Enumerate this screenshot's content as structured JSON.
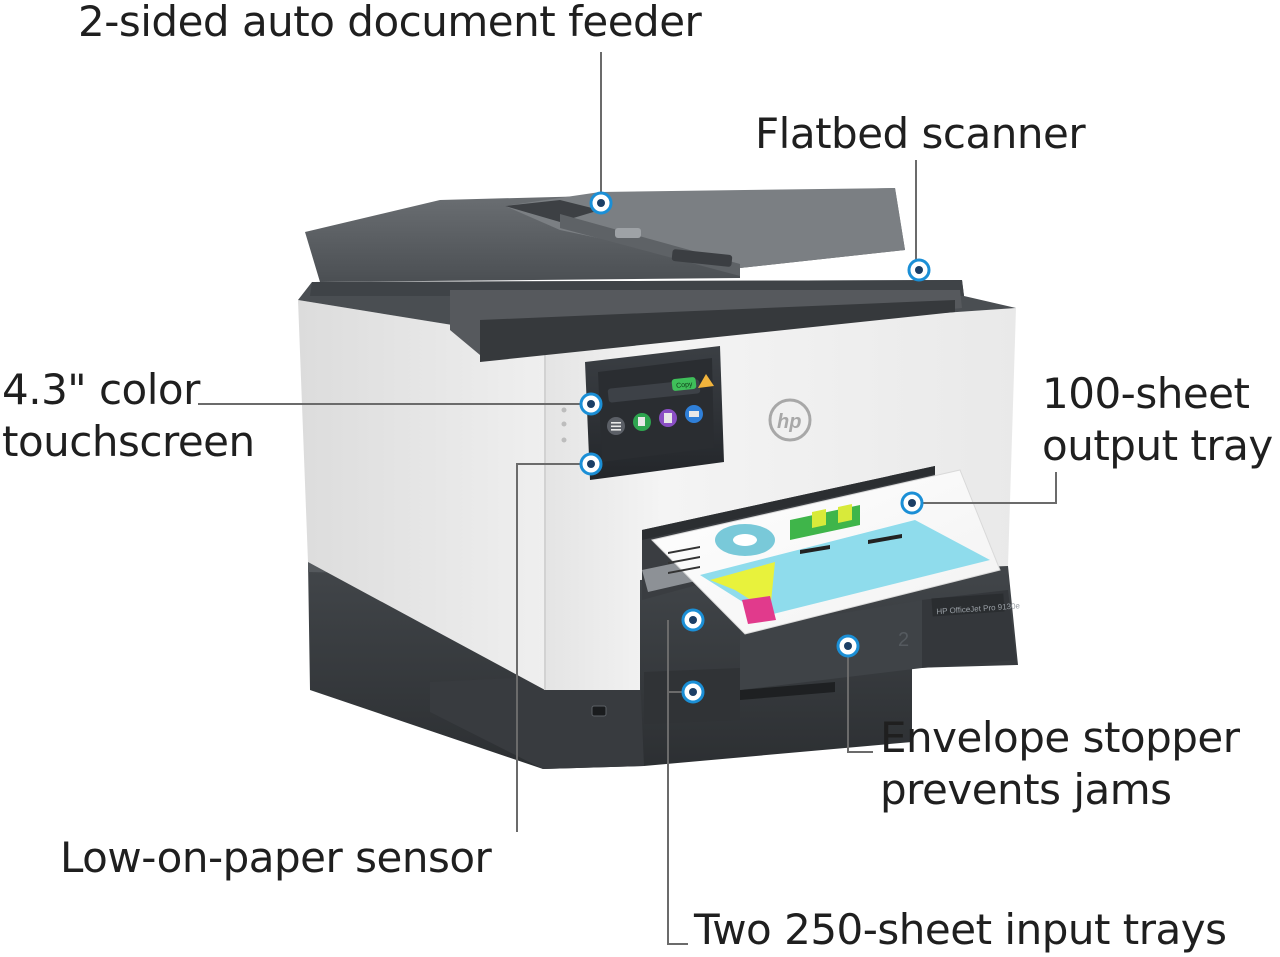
{
  "callouts": {
    "adf": {
      "lines": [
        "2-sided auto document feeder"
      ]
    },
    "flatbed": {
      "lines": [
        "Flatbed scanner"
      ]
    },
    "touchscreen": {
      "lines": [
        "4.3\" color",
        "touchscreen"
      ]
    },
    "output_tray": {
      "lines": [
        "100-sheet",
        "output tray"
      ]
    },
    "envelope": {
      "lines": [
        "Envelope stopper",
        "prevents jams"
      ]
    },
    "sensor": {
      "lines": [
        "Low-on-paper sensor"
      ]
    },
    "input_trays": {
      "lines": [
        "Two 250-sheet input trays"
      ]
    }
  },
  "colors": {
    "leader": "#6b6b6b",
    "marker": "#1b8fd6",
    "body": "#eeeeee",
    "dark": "#3a3e42",
    "darker": "#2b2e31"
  },
  "icons": [
    "hp-logo-icon",
    "usb-port-icon",
    "menu-icon",
    "copy-icon",
    "scan-icon",
    "print-icon"
  ]
}
